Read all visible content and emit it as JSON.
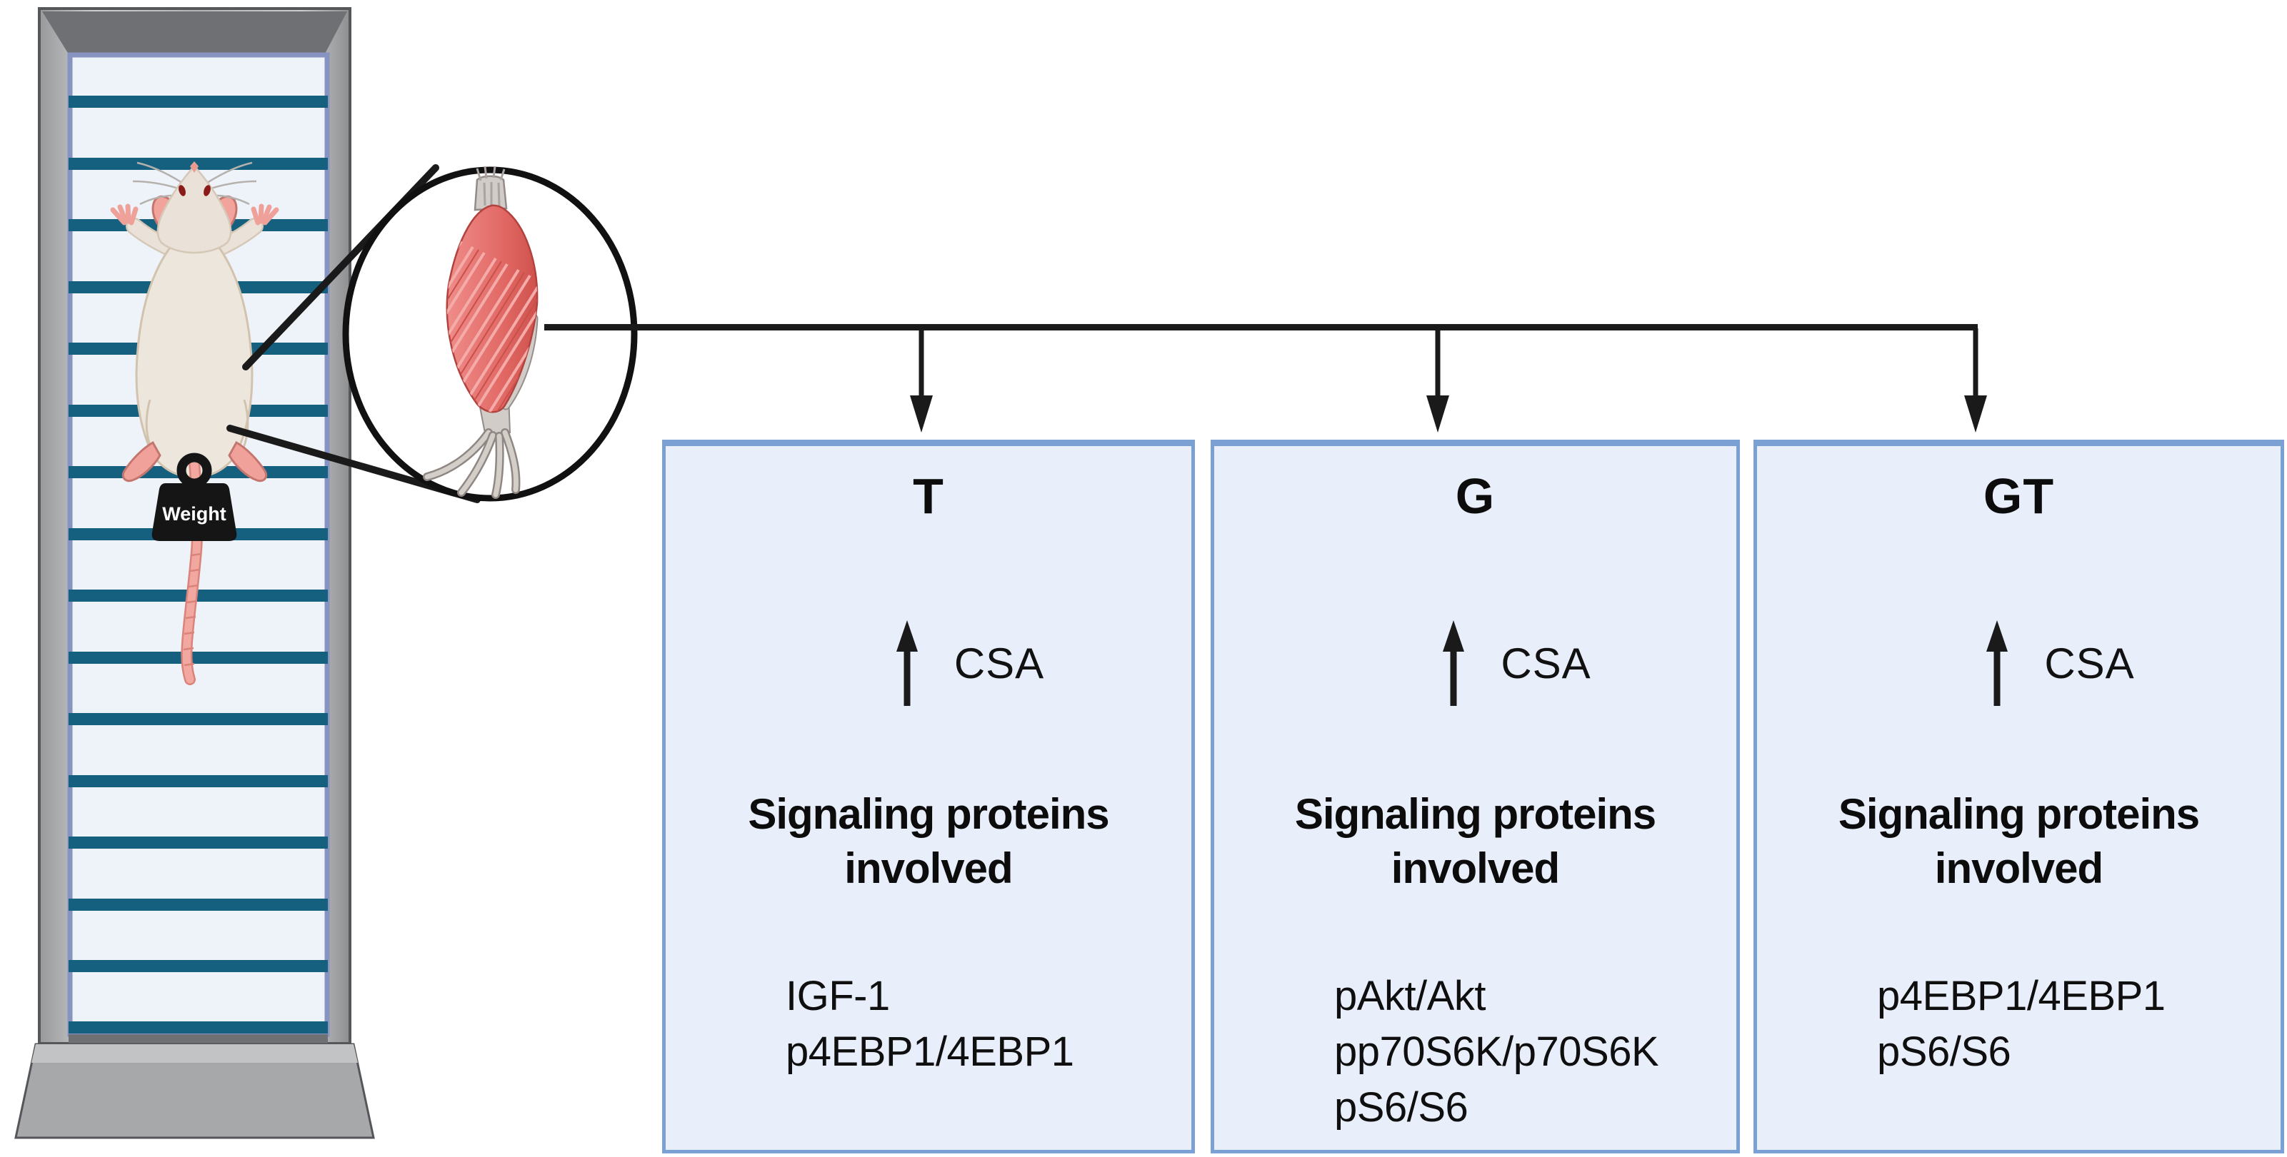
{
  "illustration": {
    "weight_label": "Weight",
    "icons": {
      "ladder": "ladder-apparatus",
      "rat": "rat-top-view",
      "weight": "weight-plumb",
      "magnifier": "zoom-callout-circle",
      "muscle": "skeletal-muscle-with-tendons",
      "arrow_down": "arrow-down",
      "arrow_up": "arrow-up"
    }
  },
  "colors": {
    "rung_teal": "#15607f",
    "frame_gray": "#b4b5b7",
    "frame_bevel": "#6f7073",
    "field_blue": "#eef2f9",
    "field_border": "#8794c2",
    "box_bg": "#e8eefa",
    "box_border": "#7ba0d4",
    "muscle_red": "#e06b67",
    "tendon_gray": "#d2ccc8",
    "rat_cream": "#ede6dd",
    "rat_pink": "#f0a29a",
    "line_black": "#1a1a1a",
    "weight_black": "#151515"
  },
  "boxes": [
    {
      "title": "T",
      "csa_label": "CSA",
      "header_line1": "Signaling proteins",
      "header_line2": "involved",
      "proteins": [
        "IGF-1",
        "p4EBP1/4EBP1"
      ]
    },
    {
      "title": "G",
      "csa_label": "CSA",
      "header_line1": "Signaling proteins",
      "header_line2": "involved",
      "proteins": [
        "pAkt/Akt",
        "pp70S6K/p70S6K",
        "pS6/S6"
      ]
    },
    {
      "title": "GT",
      "csa_label": "CSA",
      "header_line1": "Signaling proteins",
      "header_line2": "involved",
      "proteins": [
        "p4EBP1/4EBP1",
        "pS6/S6"
      ]
    }
  ]
}
